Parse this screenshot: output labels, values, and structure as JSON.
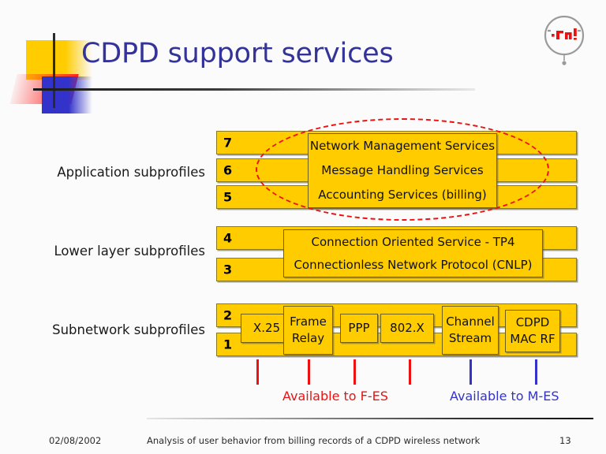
{
  "slide": {
    "title": "CDPD support services",
    "logo_alt": "cnl-logo"
  },
  "diagram": {
    "groups": [
      {
        "label": "Application subprofiles"
      },
      {
        "label": "Lower layer subprofiles"
      },
      {
        "label": "Subnetwork subprofiles"
      }
    ],
    "layers": [
      {
        "num": "7"
      },
      {
        "num": "6"
      },
      {
        "num": "5"
      },
      {
        "num": "4"
      },
      {
        "num": "3"
      },
      {
        "num": "2"
      },
      {
        "num": "1"
      }
    ],
    "application_services": {
      "line1": "Network Management Services",
      "line2": "Message Handling Services",
      "line3": "Accounting Services (billing)"
    },
    "lower_layer_services": {
      "line1": "Connection Oriented Service - TP4",
      "line2": "Connectionless Network Protocol (CNLP)"
    },
    "subnetwork_boxes": [
      {
        "line1": "X.25",
        "line2": ""
      },
      {
        "line1": "Frame",
        "line2": "Relay"
      },
      {
        "line1": "PPP",
        "line2": ""
      },
      {
        "line1": "802.X",
        "line2": ""
      },
      {
        "line1": "Channel",
        "line2": "Stream"
      },
      {
        "line1": "CDPD",
        "line2": "MAC RF"
      }
    ],
    "legend": {
      "fes": "Available to F-ES",
      "mes": "Available to M-ES",
      "fes_color": "#ee1111",
      "mes_color": "#3333cc"
    },
    "highlight": {
      "shape": "dashed-ellipse",
      "color": "#ee1111"
    },
    "colors": {
      "bar_fill": "#ffcc00",
      "bar_border": "#8a7a20",
      "title": "#333399"
    }
  },
  "footer": {
    "date": "02/08/2002",
    "title": "Analysis of user behavior from billing records of a CDPD wireless network",
    "page": "13"
  }
}
